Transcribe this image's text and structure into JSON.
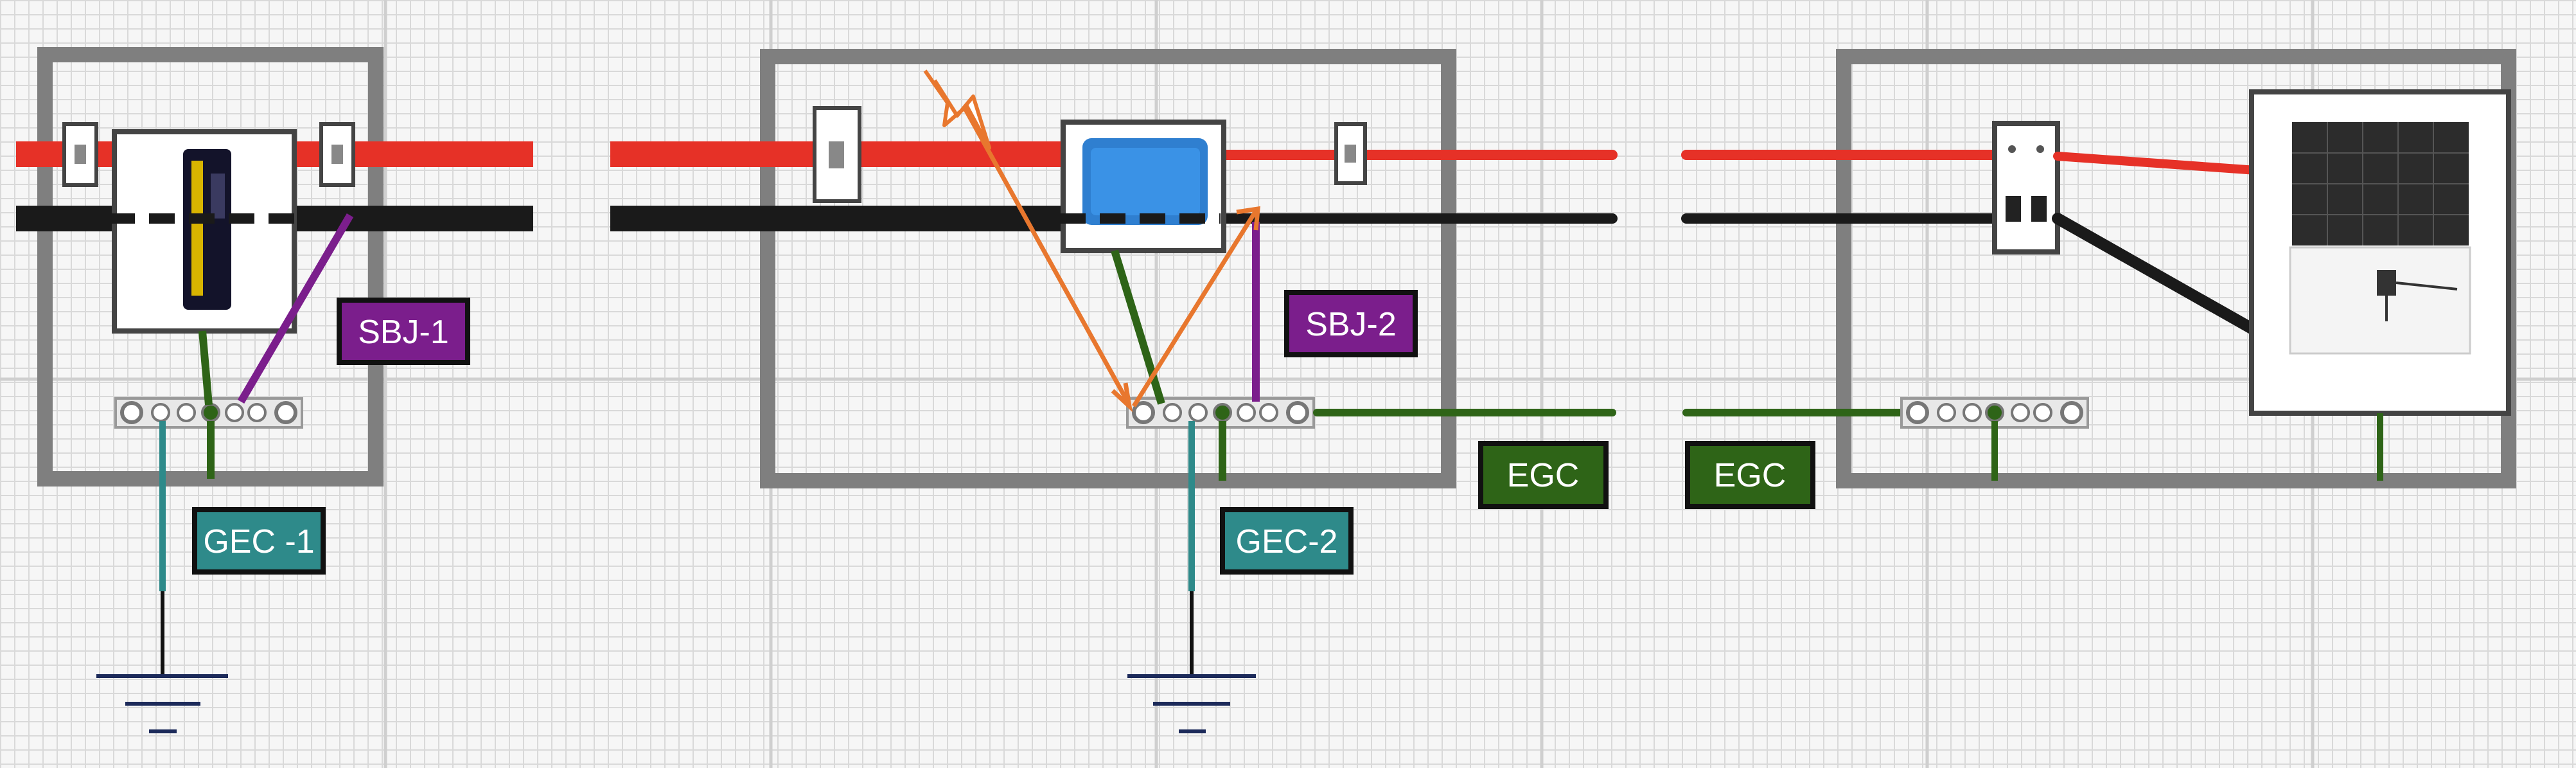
{
  "labels": {
    "sbj1": "SBJ-1",
    "sbj2": "SBJ-2",
    "gec1": "GEC -1",
    "gec2": "GEC-2",
    "egc_left": "EGC",
    "egc_right": "EGC"
  },
  "colors": {
    "positive_wire": "#e63127",
    "negative_wire": "#1a1a1a",
    "egc_wire": "#2e6417",
    "gec_wire": "#2e8a8a",
    "bonding_jumper": "#7b1e8c",
    "fault_path": "#e8772e",
    "enclosure": "#7f7f7f",
    "sbj_label_bg": "#7b1e8c",
    "gec_label_bg": "#2e8a8a",
    "egc_label_bg": "#2e6417"
  },
  "icons": [
    "circuit-breaker-icon",
    "battery-monitor-device-icon",
    "charge-controller-icon",
    "solar-panel-icon",
    "ground-symbol-icon",
    "lightning-fault-icon",
    "busbar-terminal-icon"
  ]
}
